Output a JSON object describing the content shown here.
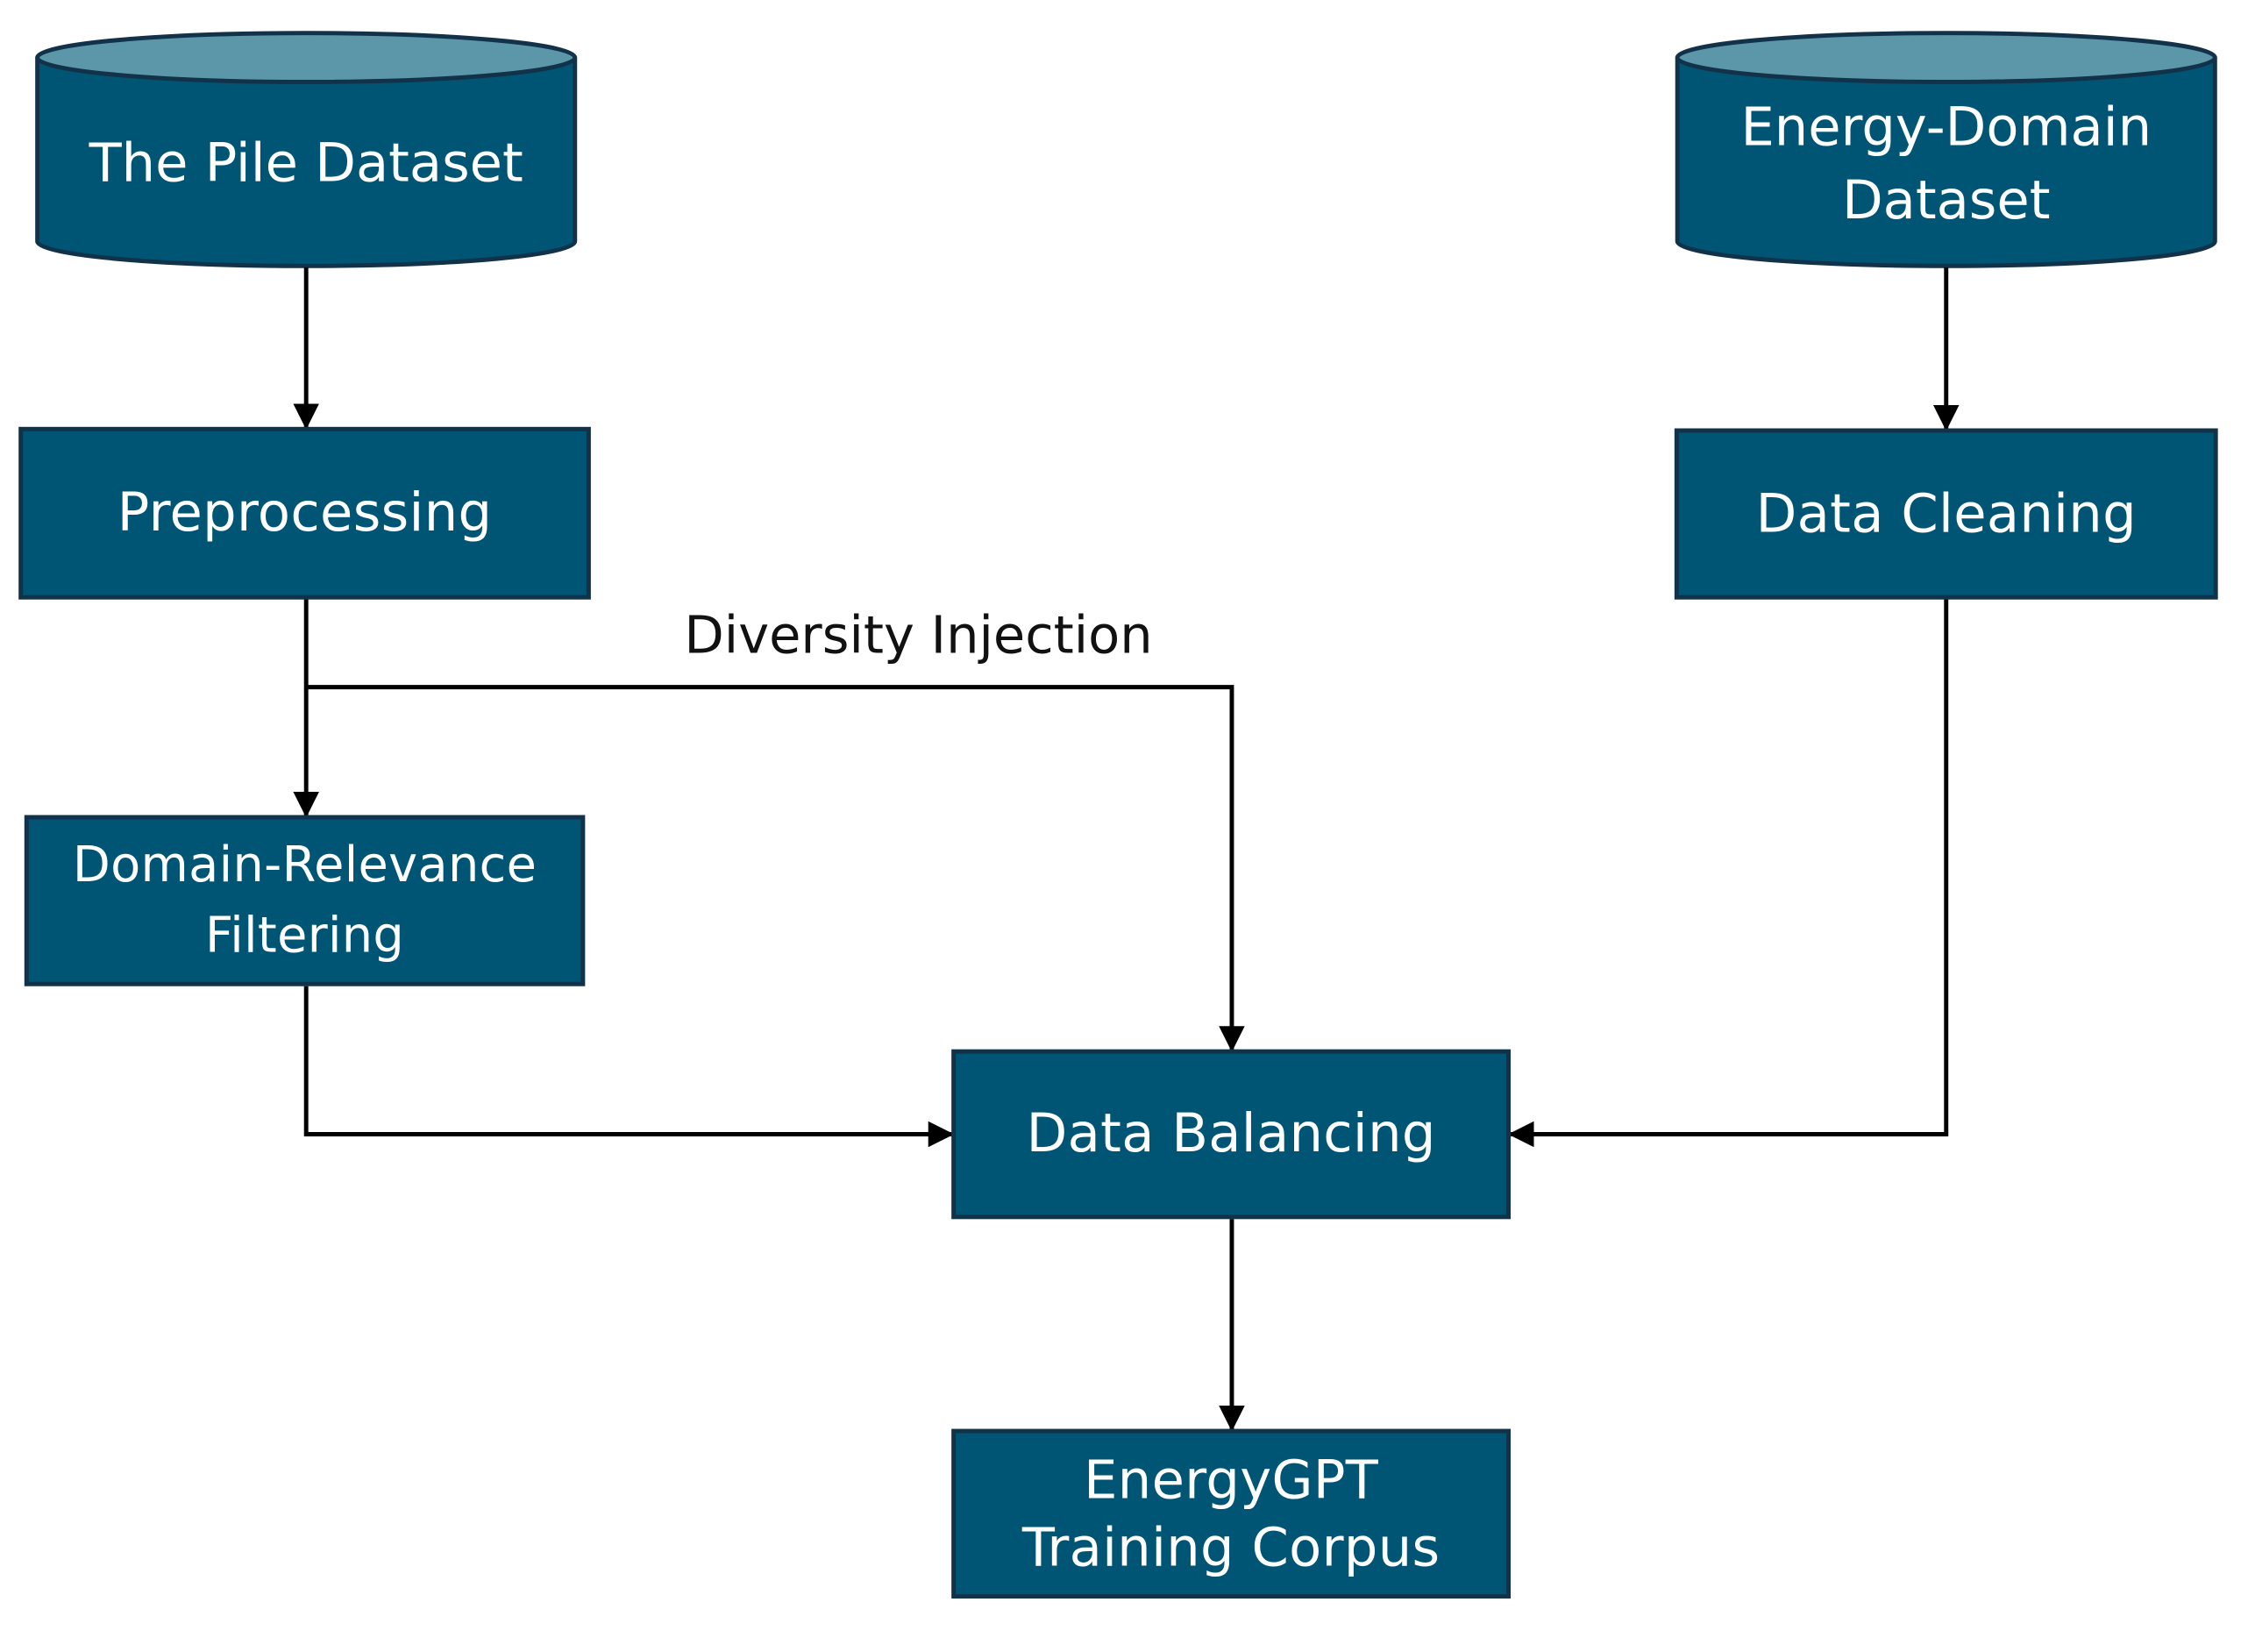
{
  "diagram": {
    "nodes": {
      "pile": {
        "label": "The Pile Dataset"
      },
      "energy": {
        "label": "Energy-Domain Dataset"
      },
      "preprocessing": {
        "label": "Preprocessing"
      },
      "cleaning": {
        "label": "Data Cleaning"
      },
      "filtering": {
        "label": "Domain-Relevance Filtering"
      },
      "balancing": {
        "label": "Data Balancing"
      },
      "corpus": {
        "label": "EnergyGPT Training Corpus"
      }
    },
    "edges": {
      "diversity_label": "Diversity Injection"
    },
    "colors": {
      "node_fill": "#005574",
      "node_border": "#12324a",
      "cylinder_top": "#5c97a9",
      "node_text": "#ffffff",
      "arrow": "#000000"
    }
  }
}
